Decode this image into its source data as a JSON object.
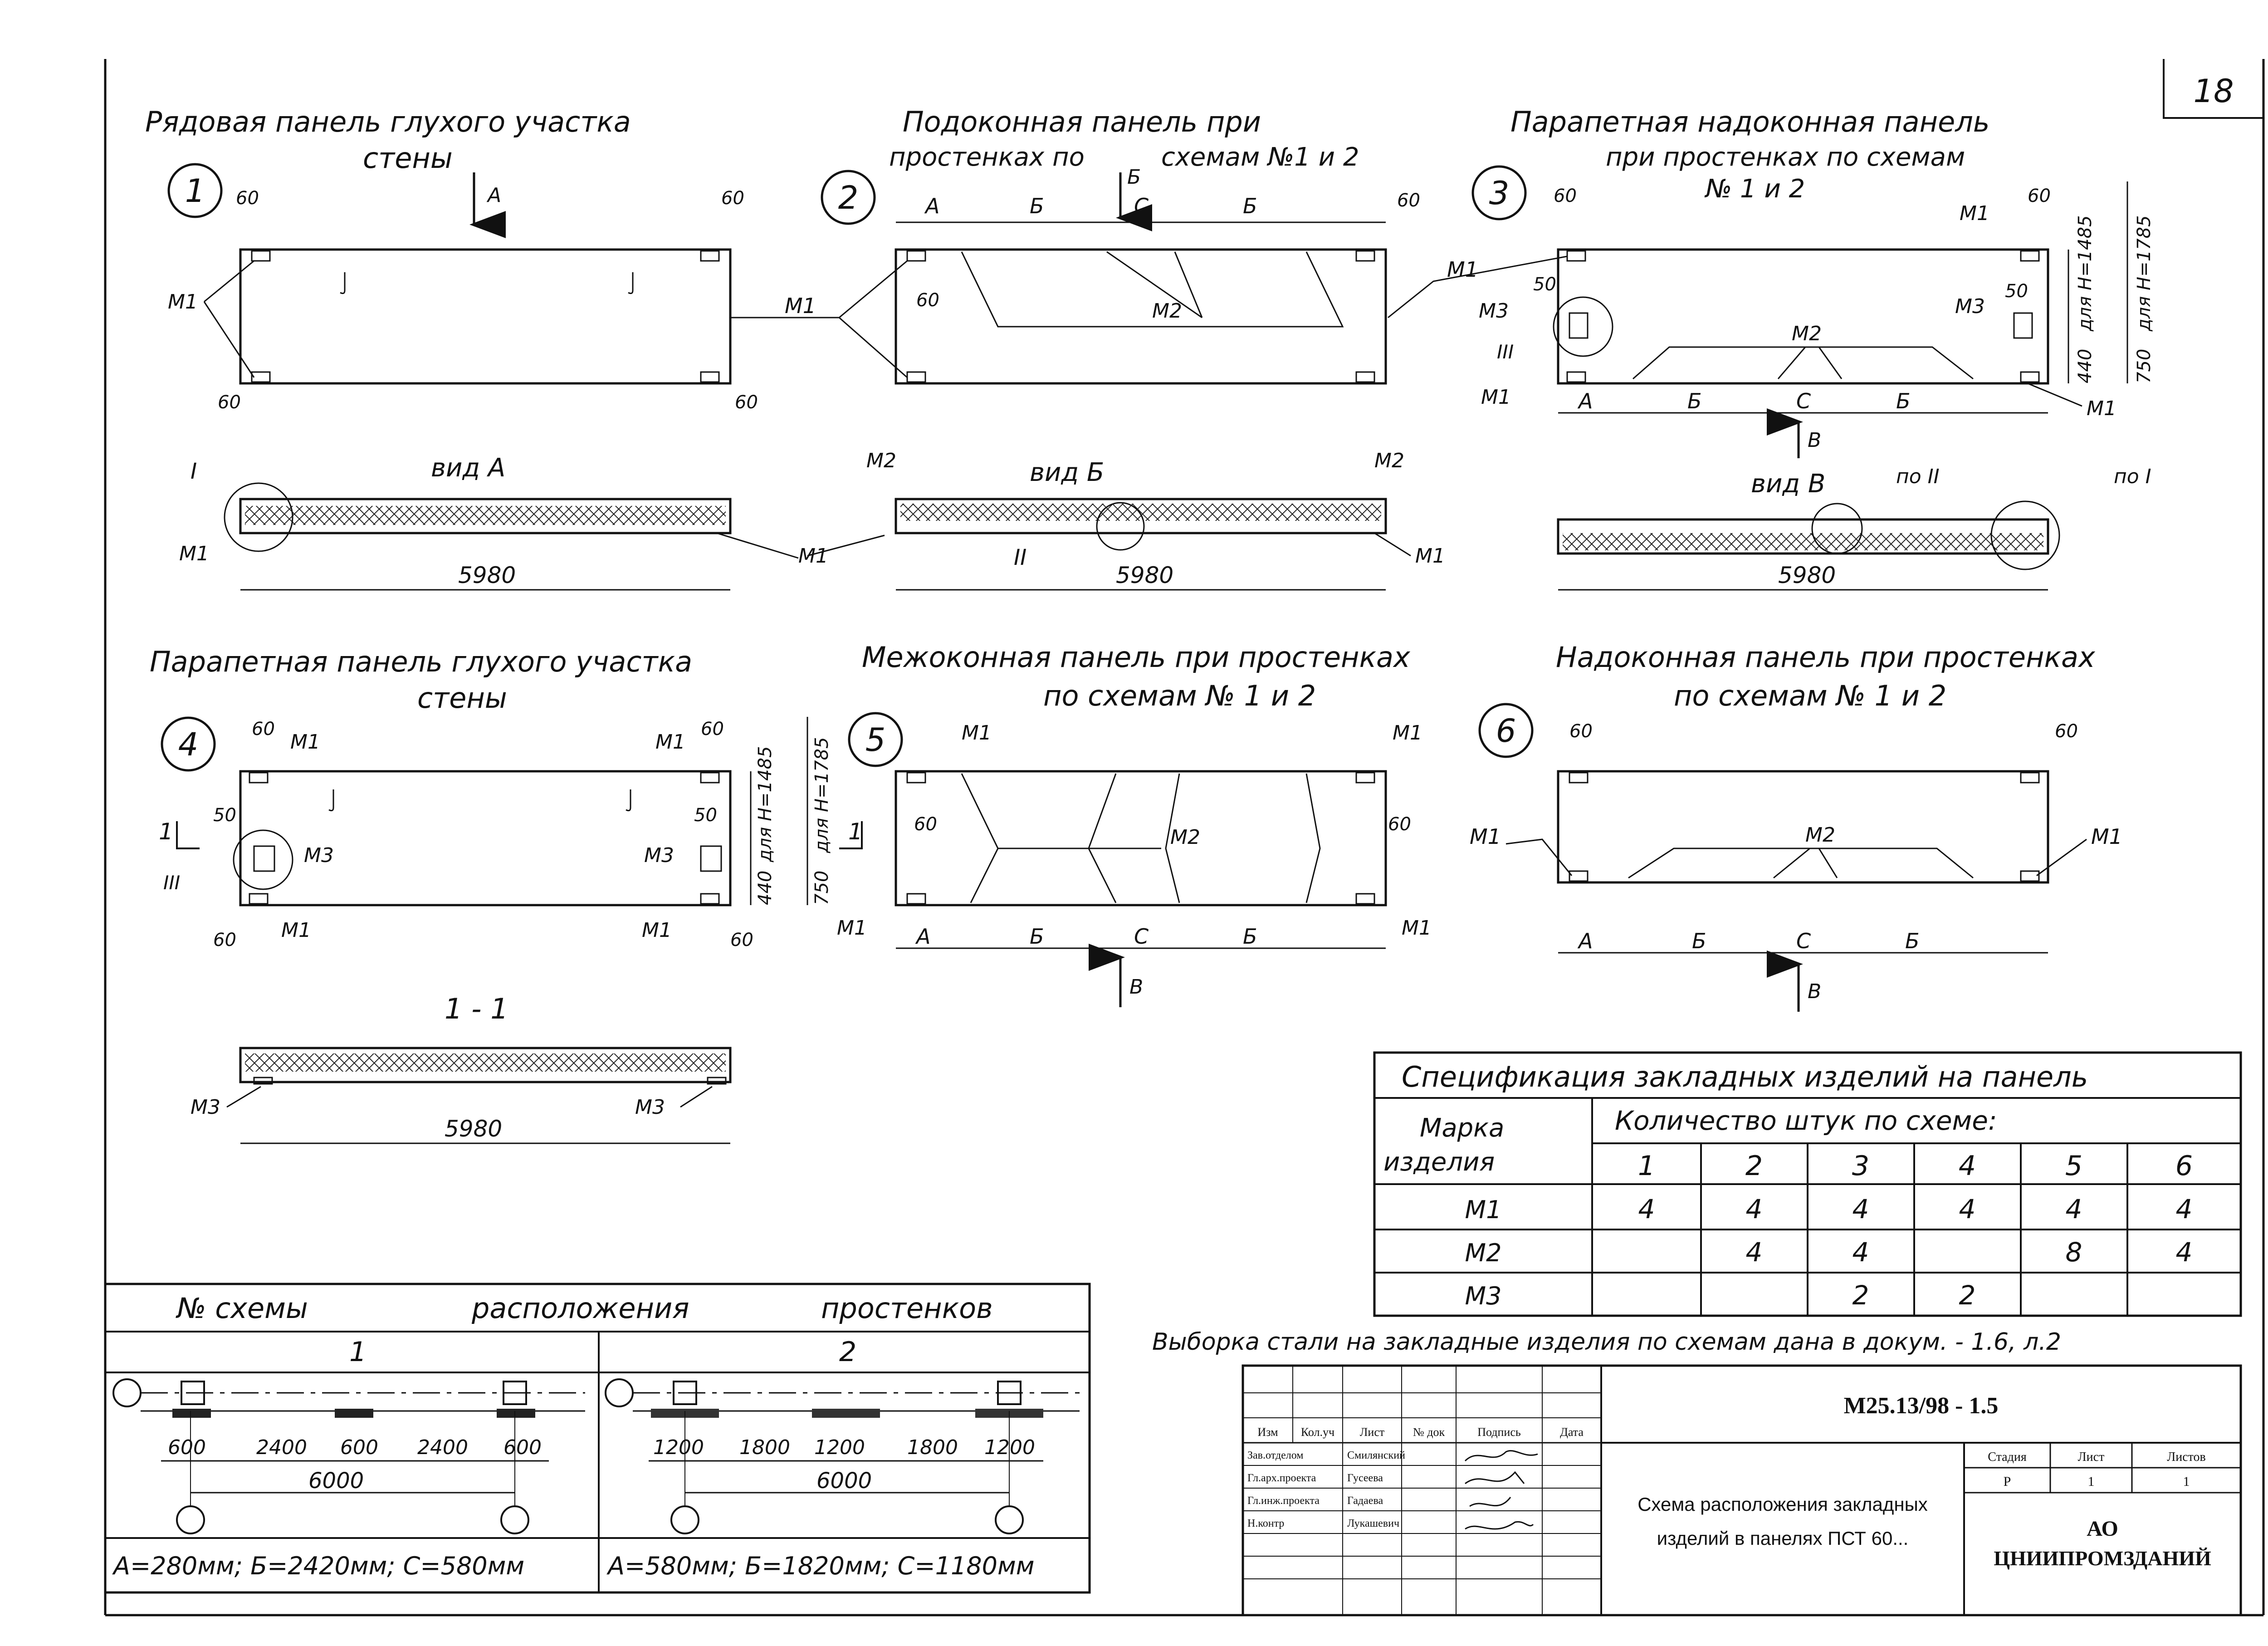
{
  "page_number": "18",
  "panels": [
    {
      "num": "1",
      "title": [
        "Рядовая панель глухого участка",
        "стены"
      ],
      "view": "вид А",
      "section_marker": "А",
      "dim_60": "60",
      "m1": "М1",
      "total": "5980",
      "callout_I": "I"
    },
    {
      "num": "2",
      "title": [
        "Подоконная панель при",
        "простенках по",
        "схемам №1 и 2"
      ],
      "view": "вид Б",
      "section_marker": "Б",
      "labels_abcbb": [
        "А",
        "Б",
        "С",
        "Б"
      ],
      "dim_60": "60",
      "m1": "М1",
      "m2": "М2",
      "total": "5980",
      "callout_II": "II"
    },
    {
      "num": "3",
      "title": [
        "Парапетная надоконная панель",
        "при простенках по схемам",
        "№ 1 и 2"
      ],
      "view": "вид В",
      "dim_60": "60",
      "dim_50": "50",
      "m1": "М1",
      "m2": "М2",
      "m3": "М3",
      "h1": "440",
      "h1_label": "для Н=1485",
      "h2": "750",
      "h2_label": "для Н=1785",
      "labels_abcbb": [
        "А",
        "Б",
        "С",
        "Б"
      ],
      "arrow_label": "В",
      "callout_III": "III",
      "ref_II": "по II",
      "ref_I": "по I",
      "total": "5980"
    },
    {
      "num": "4",
      "title": [
        "Парапетная панель глухого участка",
        "стены"
      ],
      "dim_60": "60",
      "dim_50": "50",
      "m1": "М1",
      "m3": "М3",
      "h1": "440",
      "h1_label": "для Н=1485",
      "h2": "750",
      "h2_label": "для Н=1785",
      "section_mark": "1",
      "callout_III": "III"
    },
    {
      "num": "5",
      "title": [
        "Межоконная панель при простенках",
        "по схемам № 1 и 2"
      ],
      "dim_60": "60",
      "m1": "М1",
      "m2": "М2",
      "section_mark": "1",
      "labels_abcbb": [
        "А",
        "Б",
        "С",
        "Б"
      ],
      "arrow_label": "В"
    },
    {
      "num": "6",
      "title": [
        "Надоконная панель при простенках",
        "по схемам № 1 и 2"
      ],
      "dim_60": "60",
      "m1": "М1",
      "m2": "М2",
      "labels_abcbb": [
        "А",
        "Б",
        "С",
        "Б"
      ],
      "arrow_label": "В"
    }
  ],
  "section_1_1": {
    "title": "1 - 1",
    "m3": "М3",
    "total": "5980"
  },
  "spec_table": {
    "title": "Спецификация закладных изделий на панель",
    "col_mark_line1": "Марка",
    "col_mark_line2": "изделия",
    "col_qty": "Количество штук по схеме:",
    "schemes": [
      "1",
      "2",
      "3",
      "4",
      "5",
      "6"
    ],
    "rows": [
      {
        "mark": "М1",
        "values": [
          "4",
          "4",
          "4",
          "4",
          "4",
          "4"
        ]
      },
      {
        "mark": "М2",
        "values": [
          "",
          "4",
          "4",
          "",
          "8",
          "4"
        ]
      },
      {
        "mark": "М3",
        "values": [
          "",
          "",
          "2",
          "2",
          "",
          ""
        ]
      }
    ]
  },
  "note": "Выборка стали на закладные изделия по схемам дана в докум. - 1.6, л.2",
  "schemes_table": {
    "header_left": "№ схемы",
    "header_mid": "расположения",
    "header_right": "простенков",
    "s1": {
      "num": "1",
      "dims": [
        "600",
        "2400",
        "600",
        "2400",
        "600"
      ],
      "total": "6000",
      "formula": "А=280мм; Б=2420мм; С=580мм"
    },
    "s2": {
      "num": "2",
      "dims": [
        "1200",
        "1800",
        "1200",
        "1800",
        "1200"
      ],
      "total": "6000",
      "formula": "А=580мм; Б=1820мм; С=1180мм"
    }
  },
  "title_block": {
    "code": "М25.13/98 - 1.5",
    "headers": [
      "Изм",
      "Кол.уч",
      "Лист",
      "№ док",
      "Подпись",
      "Дата"
    ],
    "roles": [
      {
        "role": "Зав.отделом",
        "name": "Смилянский"
      },
      {
        "role": "Гл.арх.проекта",
        "name": "Гусеева"
      },
      {
        "role": "Гл.инж.проекта",
        "name": "Гадаева"
      },
      {
        "role": "Н.контр",
        "name": "Лукашевич"
      }
    ],
    "desc_line1": "Схема расположения закладных",
    "desc_line2": "изделий в панелях ПСТ 60...",
    "stage_h": "Стадия",
    "sheet_h": "Лист",
    "sheets_h": "Листов",
    "stage": "Р",
    "sheet": "1",
    "sheets": "1",
    "org_line1": "АО",
    "org_line2": "ЦНИИПРОМЗДАНИЙ"
  }
}
